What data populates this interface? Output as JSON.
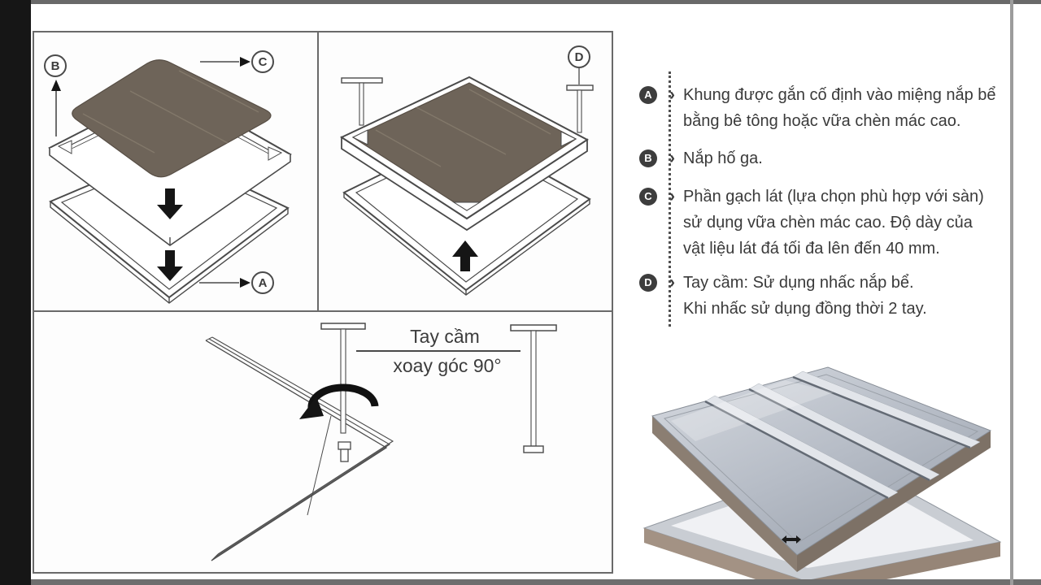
{
  "page": {
    "title_hidden": "",
    "frame_colors": {
      "top_bar": "#696969",
      "bottom_bar": "#6e6e6e",
      "left_bar": "#161616",
      "right_line": "#9c9c9c"
    }
  },
  "colors": {
    "diagram_line": "#4a4a4a",
    "slab": "#6e6459",
    "slab_streak": "#948979",
    "badge_bg": "#3d3d3d",
    "text": "#3a3a3a",
    "steel_light": "#d3d7dd",
    "steel_mid": "#a9afb9",
    "steel_shadow": "#646b75",
    "bronze_side": "#a39284"
  },
  "exploded_diagram": {
    "label_b": "B",
    "label_c": "C",
    "label_a": "A"
  },
  "assembled_diagram": {
    "label_d": "D"
  },
  "rotation_diagram": {
    "caption_line1": "Tay cầm",
    "caption_line2": "xoay góc 90°"
  },
  "legend": {
    "items": [
      {
        "id": "A",
        "arrow": "›",
        "lines": [
          "Khung được gắn cố định vào miệng nắp bể",
          "bằng bê tông hoặc vữa chèn mác cao."
        ]
      },
      {
        "id": "B",
        "arrow": "›",
        "lines": [
          "Nắp hố ga."
        ]
      },
      {
        "id": "C",
        "arrow": "›",
        "lines": [
          "Phần gạch lát (lựa chọn phù hợp với sàn)",
          "sử dụng vữa chèn mác cao. Độ dày của",
          "vật liệu lát đá tối đa lên đến 40 mm."
        ]
      },
      {
        "id": "D",
        "arrow": "›",
        "lines": [
          "Tay cầm: Sử dụng nhấc nắp bể.",
          "Khi nhấc sử dụng đồng thời 2 tay."
        ]
      }
    ]
  }
}
